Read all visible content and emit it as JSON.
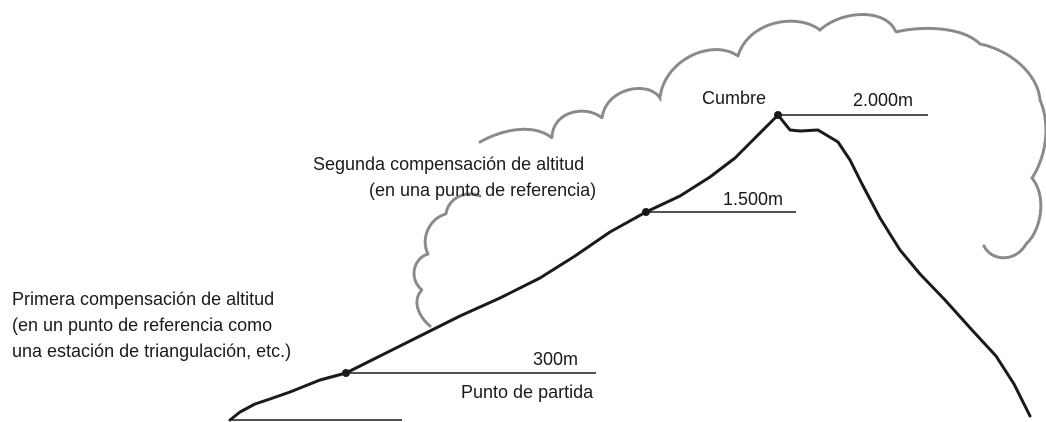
{
  "summit": {
    "label": "Cumbre",
    "altitude": "2.000m"
  },
  "second_point": {
    "line1": "Segunda compensación de altitud",
    "line2": "(en una punto de referencia)",
    "altitude": "1.500m"
  },
  "first_point": {
    "line1": "Primera compensación de altitud",
    "line2": "(en un punto de referencia como",
    "line3": "una estación de triangulación, etc.)",
    "altitude": "300m",
    "start_label": "Punto de partida"
  },
  "colors": {
    "ink": "#1a1a1a",
    "cloud": "#8a8a8a"
  }
}
